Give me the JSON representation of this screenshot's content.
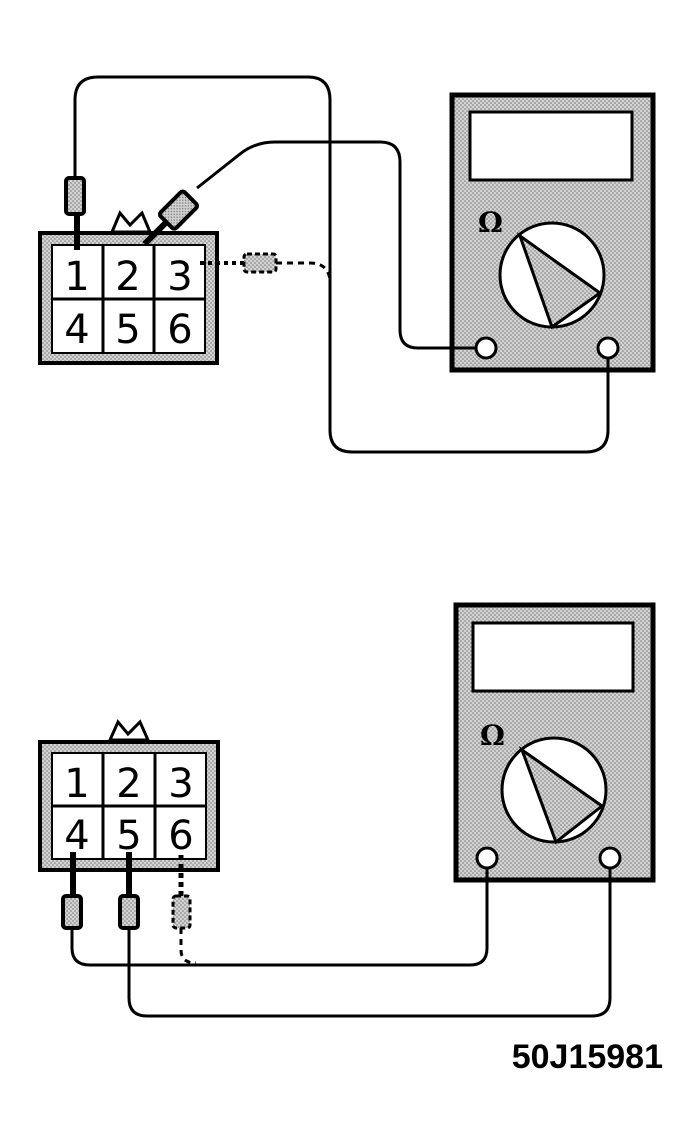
{
  "figure_id": "50J15981",
  "colors": {
    "ink": "#000000",
    "meter_fill": "#c8c8c8",
    "connector_fill": "#bdbdbd",
    "background": "#ffffff"
  },
  "top_test": {
    "connector_pins": [
      "1",
      "2",
      "3",
      "4",
      "5",
      "6"
    ],
    "meter_symbol": "Ω",
    "probe_pins_solid": [
      "1",
      "2"
    ],
    "probe_pins_dashed": [
      "3"
    ]
  },
  "bottom_test": {
    "connector_pins": [
      "1",
      "2",
      "3",
      "4",
      "5",
      "6"
    ],
    "meter_symbol": "Ω",
    "probe_pins_solid": [
      "4",
      "5"
    ],
    "probe_pins_dashed": [
      "6"
    ]
  }
}
